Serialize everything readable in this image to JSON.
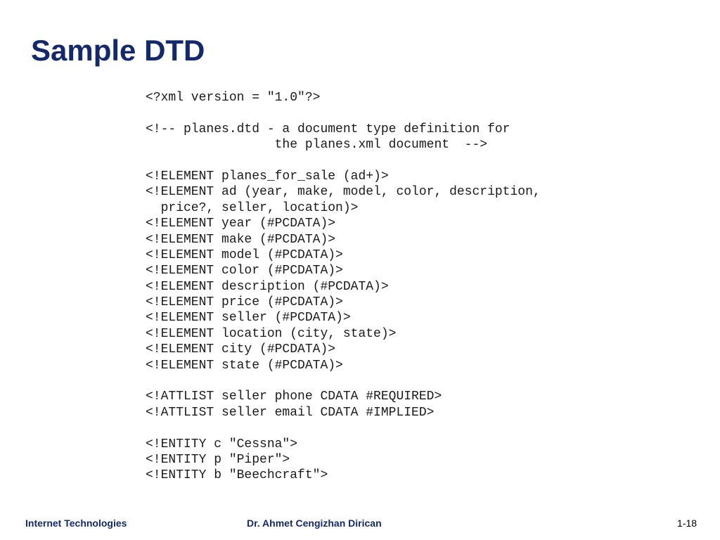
{
  "slide": {
    "title": "Sample DTD",
    "code_lines": [
      "<?xml version = \"1.0\"?>",
      "",
      "<!-- planes.dtd - a document type definition for",
      "                 the planes.xml document  -->",
      "",
      "<!ELEMENT planes_for_sale (ad+)>",
      "<!ELEMENT ad (year, make, model, color, description,",
      "  price?, seller, location)>",
      "<!ELEMENT year (#PCDATA)>",
      "<!ELEMENT make (#PCDATA)>",
      "<!ELEMENT model (#PCDATA)>",
      "<!ELEMENT color (#PCDATA)>",
      "<!ELEMENT description (#PCDATA)>",
      "<!ELEMENT price (#PCDATA)>",
      "<!ELEMENT seller (#PCDATA)>",
      "<!ELEMENT location (city, state)>",
      "<!ELEMENT city (#PCDATA)>",
      "<!ELEMENT state (#PCDATA)>",
      "",
      "<!ATTLIST seller phone CDATA #REQUIRED>",
      "<!ATTLIST seller email CDATA #IMPLIED>",
      "",
      "<!ENTITY c \"Cessna\">",
      "<!ENTITY p \"Piper\">",
      "<!ENTITY b \"Beechcraft\">"
    ]
  },
  "footer": {
    "course": "Internet Technologies",
    "author": "Dr. Ahmet Cengizhan Dirican",
    "page_number": "1-18"
  },
  "colors": {
    "title": "#13296b",
    "code_text": "#1a1a1a",
    "footer_text": "#13296b",
    "background": "#ffffff"
  }
}
